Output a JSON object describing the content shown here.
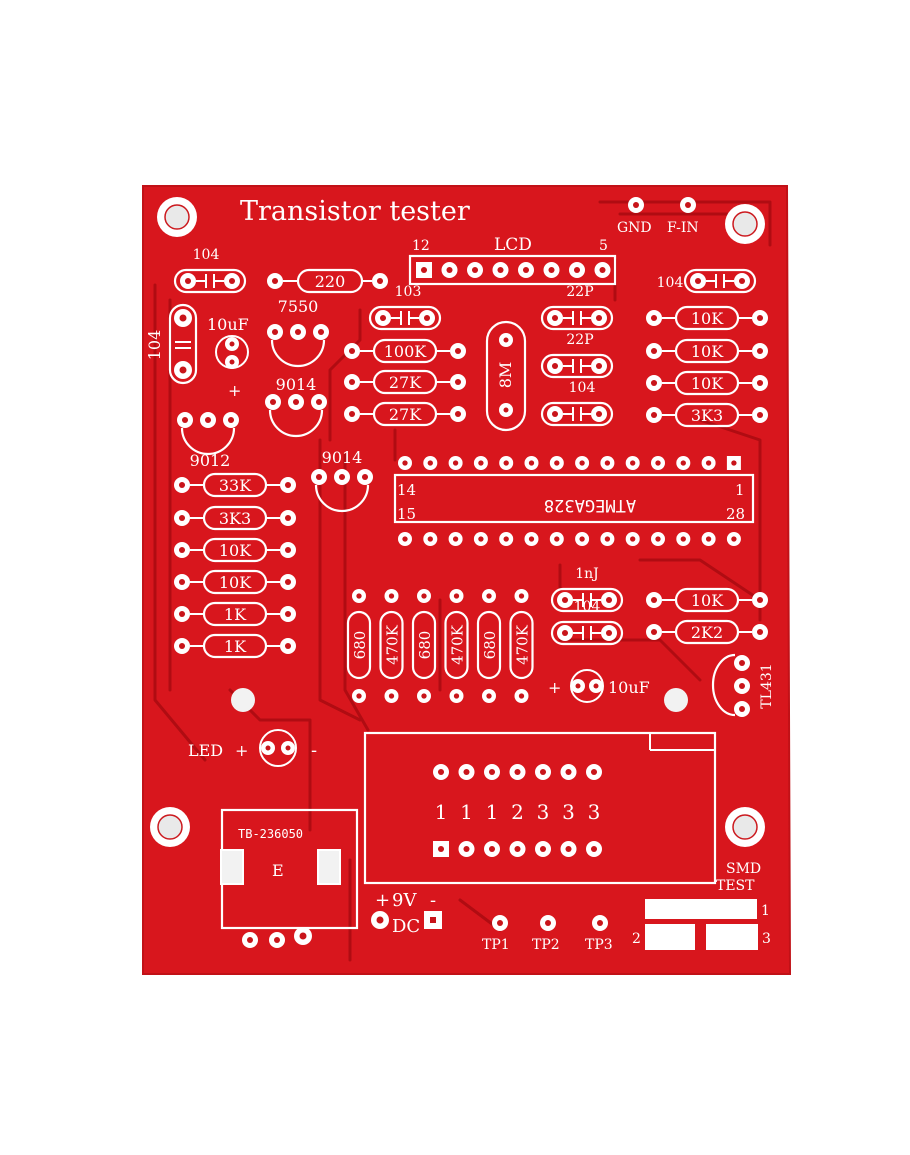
{
  "colors": {
    "board": "#d8161d",
    "board_edge": "#c11117",
    "silkscreen": "#ffffff",
    "trace": "#b00c12"
  },
  "board": {
    "title": "Transistor tester",
    "ic_label": "ATMEGA328",
    "ic_pin_labels": [
      "14",
      "1",
      "15",
      "28"
    ],
    "lcd_label": "LCD",
    "lcd_pin_labels": [
      "12",
      "5"
    ],
    "connector_labels": [
      "GND",
      "F-IN"
    ],
    "resistor_labels": [
      "220",
      "100K",
      "27K",
      "27K",
      "10K",
      "10K",
      "10K",
      "3K3",
      "33K",
      "3K3",
      "10K",
      "10K",
      "1K",
      "1K",
      "10K",
      "2K2"
    ],
    "vertical_resistor_labels": [
      "680",
      "470K",
      "680",
      "470K",
      "680",
      "470K"
    ],
    "capacitor_labels": [
      "104",
      "104",
      "103",
      "22P",
      "22P",
      "104",
      "1nJ",
      "104",
      "104"
    ],
    "electrolytic_labels": [
      "10uF",
      "10uF"
    ],
    "transistor_labels": [
      "7550",
      "9014",
      "9012",
      "9014"
    ],
    "crystal_label": "8M",
    "regulator_label": "TL431",
    "led_label": "LED",
    "switch_label": "TB-236050",
    "switch_pin_label": "E",
    "power_labels": [
      "+",
      "9V",
      "DC",
      "-"
    ],
    "test_point_labels": [
      "TP1",
      "TP2",
      "TP3"
    ],
    "zif_pin_labels": [
      "1",
      "1",
      "1",
      "2",
      "3",
      "3",
      "3"
    ],
    "smd_labels": [
      "SMD",
      "TEST"
    ],
    "smd_pad_labels": [
      "1",
      "2",
      "3"
    ],
    "polarity_marks": [
      "+",
      "+",
      "-"
    ]
  }
}
